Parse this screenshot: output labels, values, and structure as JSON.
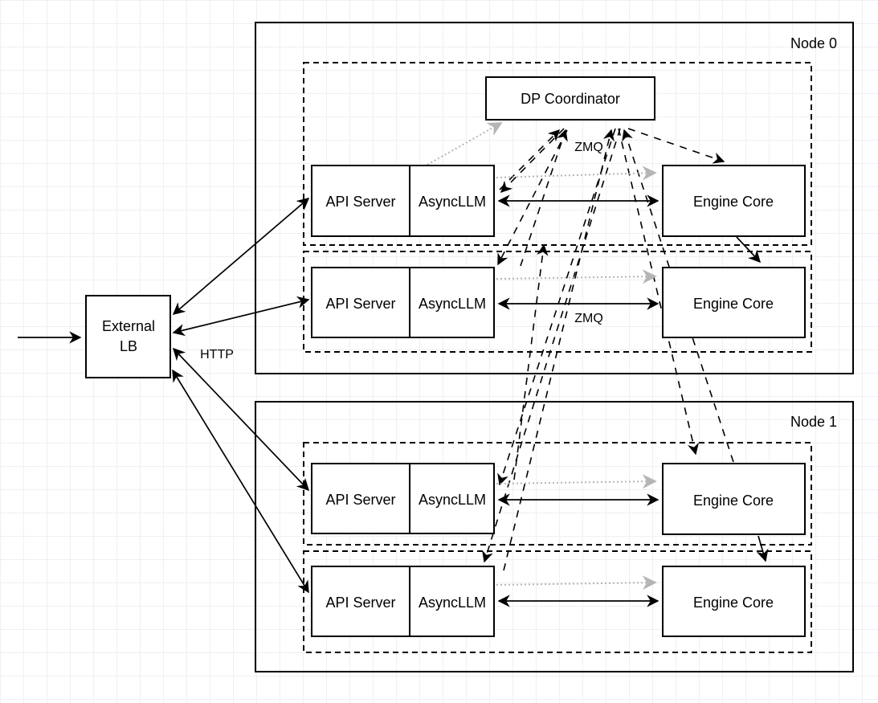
{
  "diagram": {
    "external_lb": {
      "line1": "External",
      "line2": "LB"
    },
    "labels": {
      "http": "HTTP",
      "zmq_coordinator": "ZMQ",
      "zmq_engine": "ZMQ"
    },
    "node0": {
      "title": "Node 0",
      "dp_coordinator": "DP Coordinator",
      "rows": [
        {
          "api": "API Server",
          "async": "AsyncLLM",
          "engine": "Engine Core"
        },
        {
          "api": "API Server",
          "async": "AsyncLLM",
          "engine": "Engine Core"
        }
      ]
    },
    "node1": {
      "title": "Node 1",
      "rows": [
        {
          "api": "API Server",
          "async": "AsyncLLM",
          "engine": "Engine Core"
        },
        {
          "api": "API Server",
          "async": "AsyncLLM",
          "engine": "Engine Core"
        }
      ]
    },
    "colors": {
      "stroke": "#000000",
      "dotted_ipc": "#b5b5b5",
      "box_fill": "#ffffff"
    }
  }
}
